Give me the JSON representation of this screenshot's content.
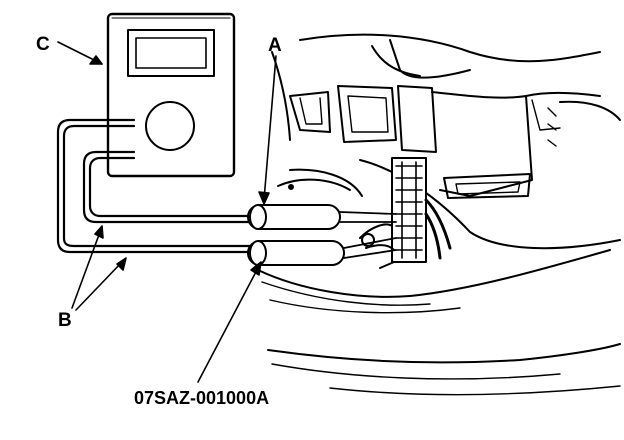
{
  "labels": {
    "a": "A",
    "b": "B",
    "c": "C",
    "part_number": "07SAZ-001000A"
  },
  "components": {
    "meter_icon": "multimeter-icon",
    "probe_icon": "probe-adapter-icon",
    "lead_icon": "test-lead-icon",
    "connector_icon": "ecm-connector-icon"
  },
  "colors": {
    "ink": "#000000",
    "paper": "#ffffff"
  }
}
